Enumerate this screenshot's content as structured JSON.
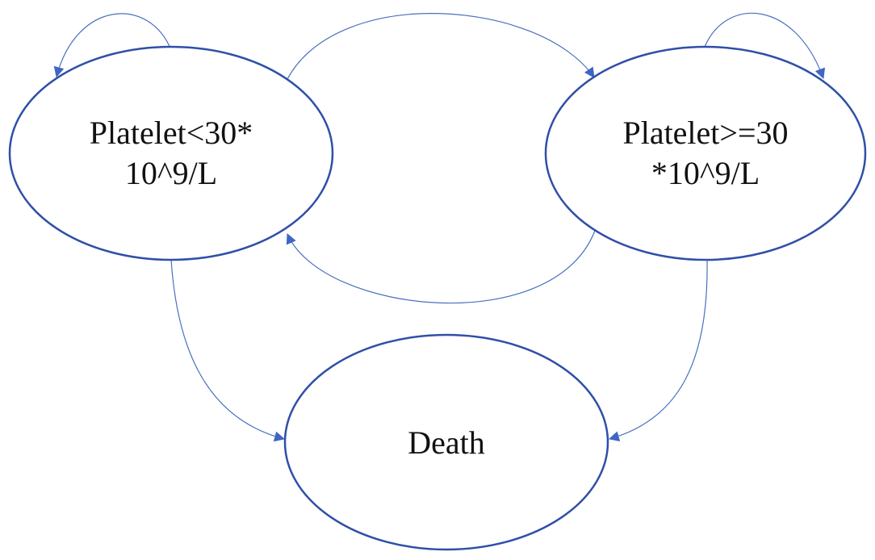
{
  "diagram": {
    "states": {
      "low": {
        "line1": "Platelet<30*",
        "line2": "10^9/L"
      },
      "high": {
        "line1": "Platelet>=30",
        "line2": "*10^9/L"
      },
      "death": {
        "label": "Death"
      }
    }
  },
  "colors": {
    "node_stroke": "#2f4fa8",
    "edge_stroke": "#4a6fc0",
    "arrowhead": "#3f66c4",
    "text": "#111111"
  }
}
